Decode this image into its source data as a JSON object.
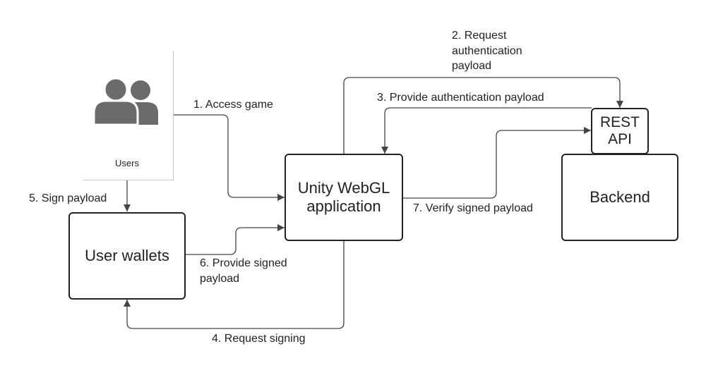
{
  "nodes": {
    "users": "Users",
    "user_wallets": "User wallets",
    "unity_app": "Unity WebGL\napplication",
    "rest_api": "REST\nAPI",
    "backend": "Backend"
  },
  "edges": {
    "access_game": "1. Access game",
    "request_auth": "2. Request\nauthentication\npayload",
    "provide_auth": "3. Provide authentication payload",
    "request_signing": "4. Request signing",
    "sign_payload": "5. Sign payload",
    "provide_signed": "6. Provide signed\npayload",
    "verify_signed": "7. Verify signed payload"
  },
  "icons": {
    "users": "users-group-icon"
  },
  "colors": {
    "line": "#444444",
    "icon": "#6b6b6b",
    "border": "#222222"
  }
}
